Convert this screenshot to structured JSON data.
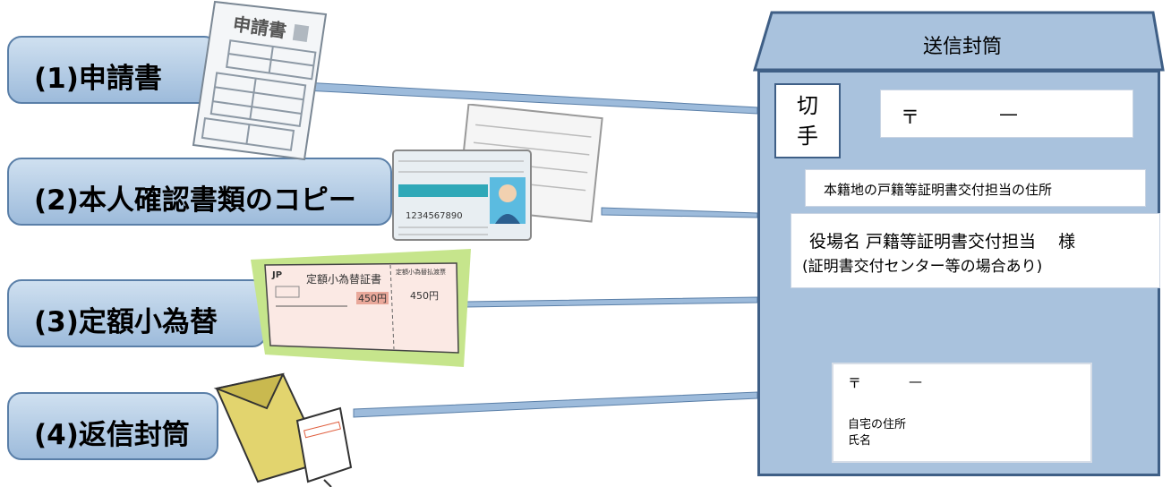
{
  "items": [
    {
      "label": "(1)申請書"
    },
    {
      "label": "(2)本人確認書類のコピー"
    },
    {
      "label": "(3)定額小為替"
    },
    {
      "label": "(4)返信封筒"
    }
  ],
  "envelope": {
    "title": "送信封筒",
    "stamp_label": "切手",
    "postal_mark": "〒",
    "postal_dash": "—",
    "address": "本籍地の戸籍等証明書交付担当の住所",
    "recipient_line1": "役場名 戸籍等証明書交付担当　 様",
    "recipient_line2": "(証明書交付センター等の場合あり)",
    "return_postal_mark": "〒",
    "return_postal_dash": "—",
    "return_address": "自宅の住所",
    "return_name": "氏名"
  },
  "illustrations": {
    "form_title": "申請書",
    "id_card_number": "1234567890",
    "money_order_title": "定額小為替証書",
    "money_order_amount": "450円",
    "money_order_amount_right": "450円",
    "money_order_side_label": "定額小為替払渡票",
    "jp_logo": "JP"
  },
  "colors": {
    "callout_fill": "#b8cfe6",
    "envelope_fill": "#a9c2dd",
    "envelope_border": "#3f5f86"
  }
}
